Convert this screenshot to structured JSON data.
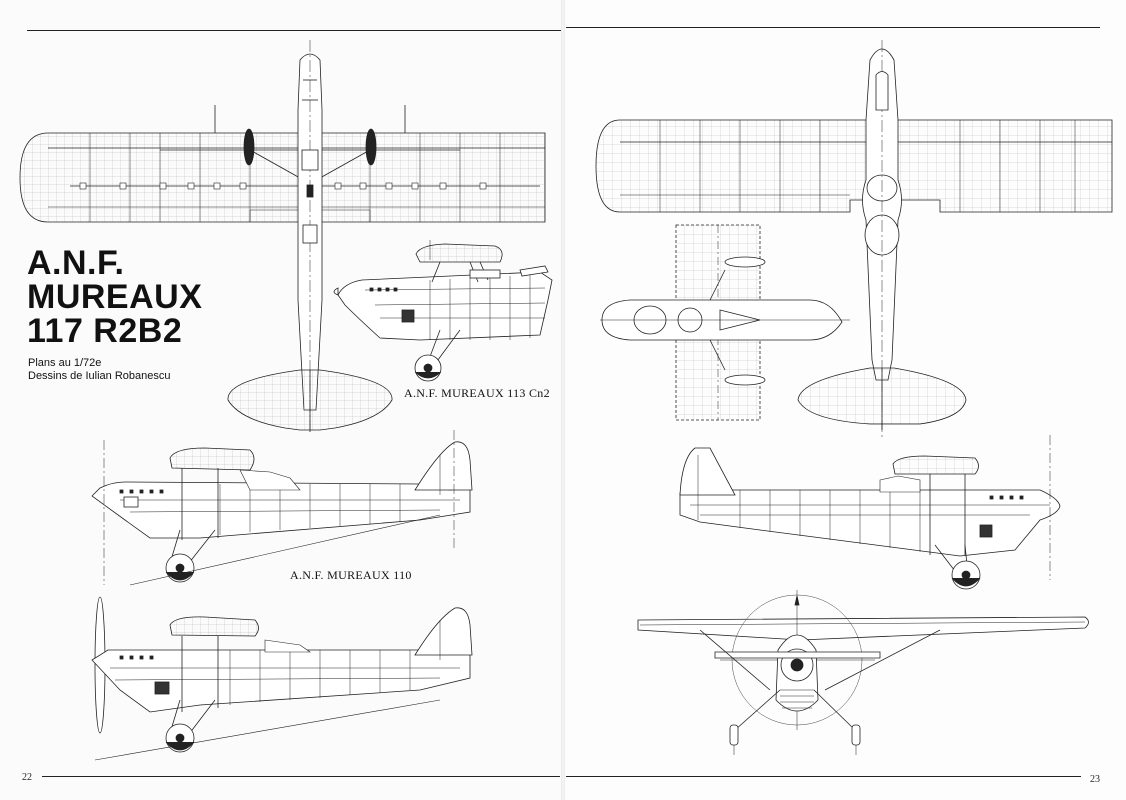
{
  "title": {
    "lines": [
      "A.N.F.",
      "MUREAUX",
      "117 R2B2"
    ]
  },
  "credits": {
    "scale": "Plans au 1/72e",
    "author": "Dessins de Iulian Robanescu"
  },
  "captions": {
    "mureaux_113": "A.N.F. MUREAUX 113 Cn2",
    "mureaux_110": "A.N.F. MUREAUX 110"
  },
  "page_numbers": {
    "left": "22",
    "right": "23"
  }
}
